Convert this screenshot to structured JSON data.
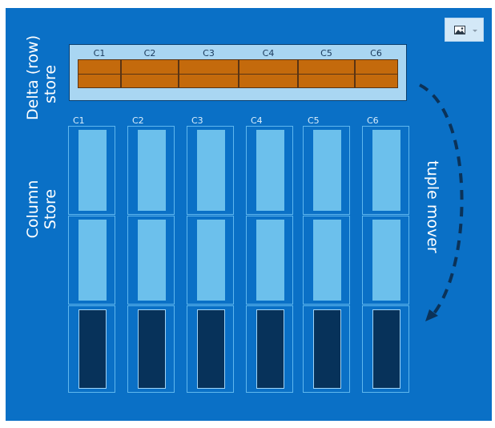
{
  "toolbar": {
    "image_button_icon": "image-icon",
    "image_button_dropdown_icon": "chevron-down-icon"
  },
  "diagram": {
    "delta_store_label_line1": "Delta (row)",
    "delta_store_label_line2": "store",
    "column_store_label_line1": "Column",
    "column_store_label_line2": "Store",
    "tuple_mover_label": "tuple mover",
    "delta_columns": [
      "C1",
      "C2",
      "C3",
      "C4",
      "C5",
      "C6"
    ],
    "delta_rows": 2,
    "column_store_columns": [
      "C1",
      "C2",
      "C3",
      "C4",
      "C5",
      "C6"
    ],
    "segments_per_column": [
      {
        "state": "open"
      },
      {
        "state": "open"
      },
      {
        "state": "compressed"
      }
    ],
    "colors": {
      "background": "#0a70c6",
      "delta_store_fill": "#a9d6f2",
      "row_fill": "#c46a0c",
      "open_segment_fill": "#6cc0ec",
      "compressed_segment_fill": "#07325a",
      "arrow": "#0b3258"
    }
  }
}
